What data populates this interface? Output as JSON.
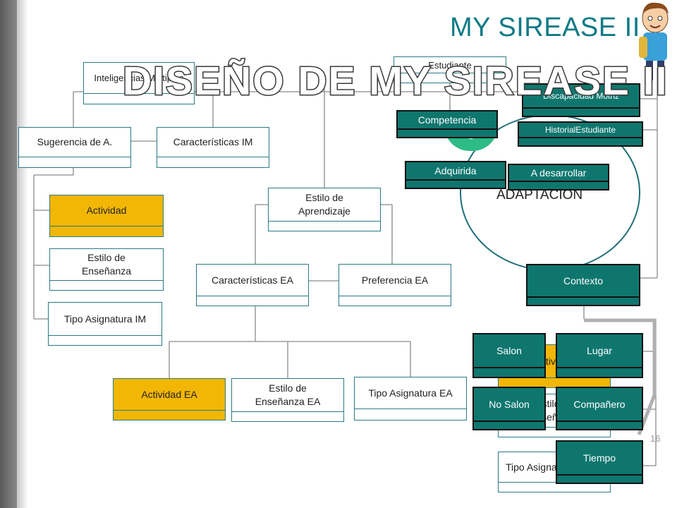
{
  "header": {
    "subtitle": "MY SIREASE II",
    "title": "DISEÑO DE MY SIREASE II"
  },
  "page_number": "16",
  "circle_label": "ADAPTACIÓN",
  "circle_badge": "3",
  "nodes": {
    "inteligencias": "Inteligencias Múltiples",
    "estudiante": "Estudiante",
    "sugerencia": "Sugerencia de A.",
    "caracteristicas_im": "Características IM",
    "actividad": "Actividad",
    "estilo_ensenanza": "Estilo de Enseñanza",
    "tipo_asignatura_im": "Tipo Asignatura IM",
    "estilo_aprendizaje": "Estilo de Aprendizaje",
    "caracteristicas_ea": "Características EA",
    "preferencia_ea": "Preferencia EA",
    "actividad_ea": "Actividad EA",
    "estilo_ensenanza_ea": "Estilo de Enseñanza EA",
    "tipo_asignatura_ea": "Tipo Asignatura EA",
    "discapacidad": "Discapacidad Motriz",
    "historial": "HistorialEstudiante",
    "competencia": "Competencia",
    "adquirida": "Adquirida",
    "a_desarrollar": "A desarrollar",
    "contexto": "Contexto",
    "salon": "Salon",
    "lugar": "Lugar",
    "no_salon": "No Salon",
    "companero": "Compañero",
    "tiempo": "Tiempo",
    "hidden_actividad": "Actividad",
    "hidden_estilo": "Estilo de Enseñanza",
    "hidden_tipo": "Tipo Asignatura"
  },
  "colors": {
    "accent": "#0f7a86",
    "dark_box": "#0f766e",
    "highlight": "#f2b705",
    "ball": "#2dbb86"
  }
}
